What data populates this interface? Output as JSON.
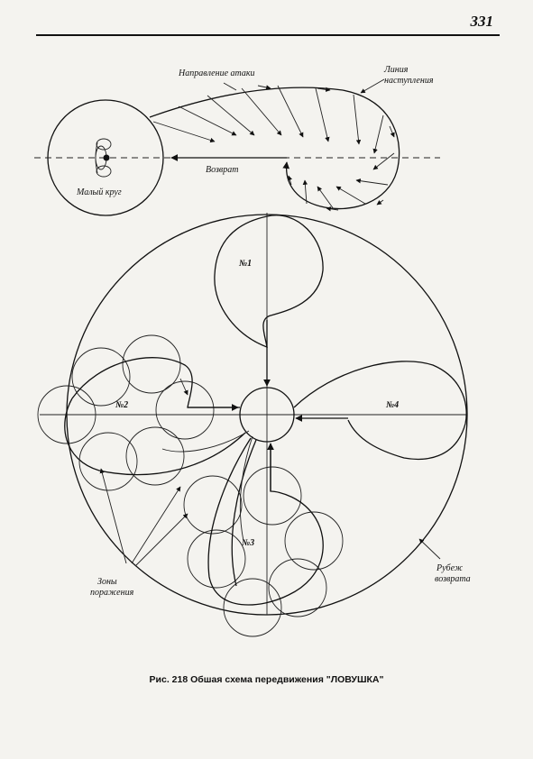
{
  "page_number": "331",
  "labels": {
    "attack_direction": "Направление атаки",
    "advance_line": "Линия наступления",
    "return": "Возврат",
    "small_circle": "Малый круг",
    "route1": "№1",
    "route2": "№2",
    "route3": "№3",
    "route4": "№4",
    "kill_zones_1": "Зоны",
    "kill_zones_2": "поражения",
    "return_line_1": "Рубеж",
    "return_line_2": "возврата"
  },
  "caption": "Рис. 218 Обшая схема передвижения \"ЛОВУШКА\""
}
